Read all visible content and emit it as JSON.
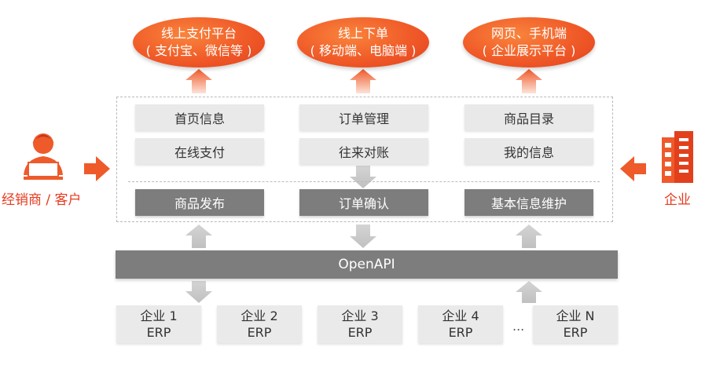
{
  "top_channels": [
    {
      "line1": "线上支付平台",
      "line2": "( 支付宝、微信等 )"
    },
    {
      "line1": "线上下单",
      "line2": "( 移动端、电脑端 )"
    },
    {
      "line1": "网页、手机端",
      "line2": "( 企业展示平台 )"
    }
  ],
  "upper_modules": [
    {
      "label": "首页信息"
    },
    {
      "label": "订单管理"
    },
    {
      "label": "商品目录"
    },
    {
      "label": "在线支付"
    },
    {
      "label": "往来对账"
    },
    {
      "label": "我的信息"
    }
  ],
  "lower_modules": [
    {
      "label": "商品发布"
    },
    {
      "label": "订单确认"
    },
    {
      "label": "基本信息维护"
    }
  ],
  "openapi_label": "OpenAPI",
  "left_actor": {
    "label": "经销商 / 客户",
    "icon": "person-laptop-icon"
  },
  "right_actor": {
    "label": "企业",
    "icon": "building-icon"
  },
  "erp_systems": [
    {
      "name": "企业 1",
      "system": "ERP"
    },
    {
      "name": "企业 2",
      "system": "ERP"
    },
    {
      "name": "企业 3",
      "system": "ERP"
    },
    {
      "name": "企业 4",
      "system": "ERP"
    },
    {
      "name": "企业 N",
      "system": "ERP"
    }
  ],
  "ellipsis": "...",
  "colors": {
    "accent": "#f05a28",
    "dark_box": "#7d7d7d",
    "light_box": "#e9e9e9",
    "arrow_gray": "#c8c8c8"
  }
}
